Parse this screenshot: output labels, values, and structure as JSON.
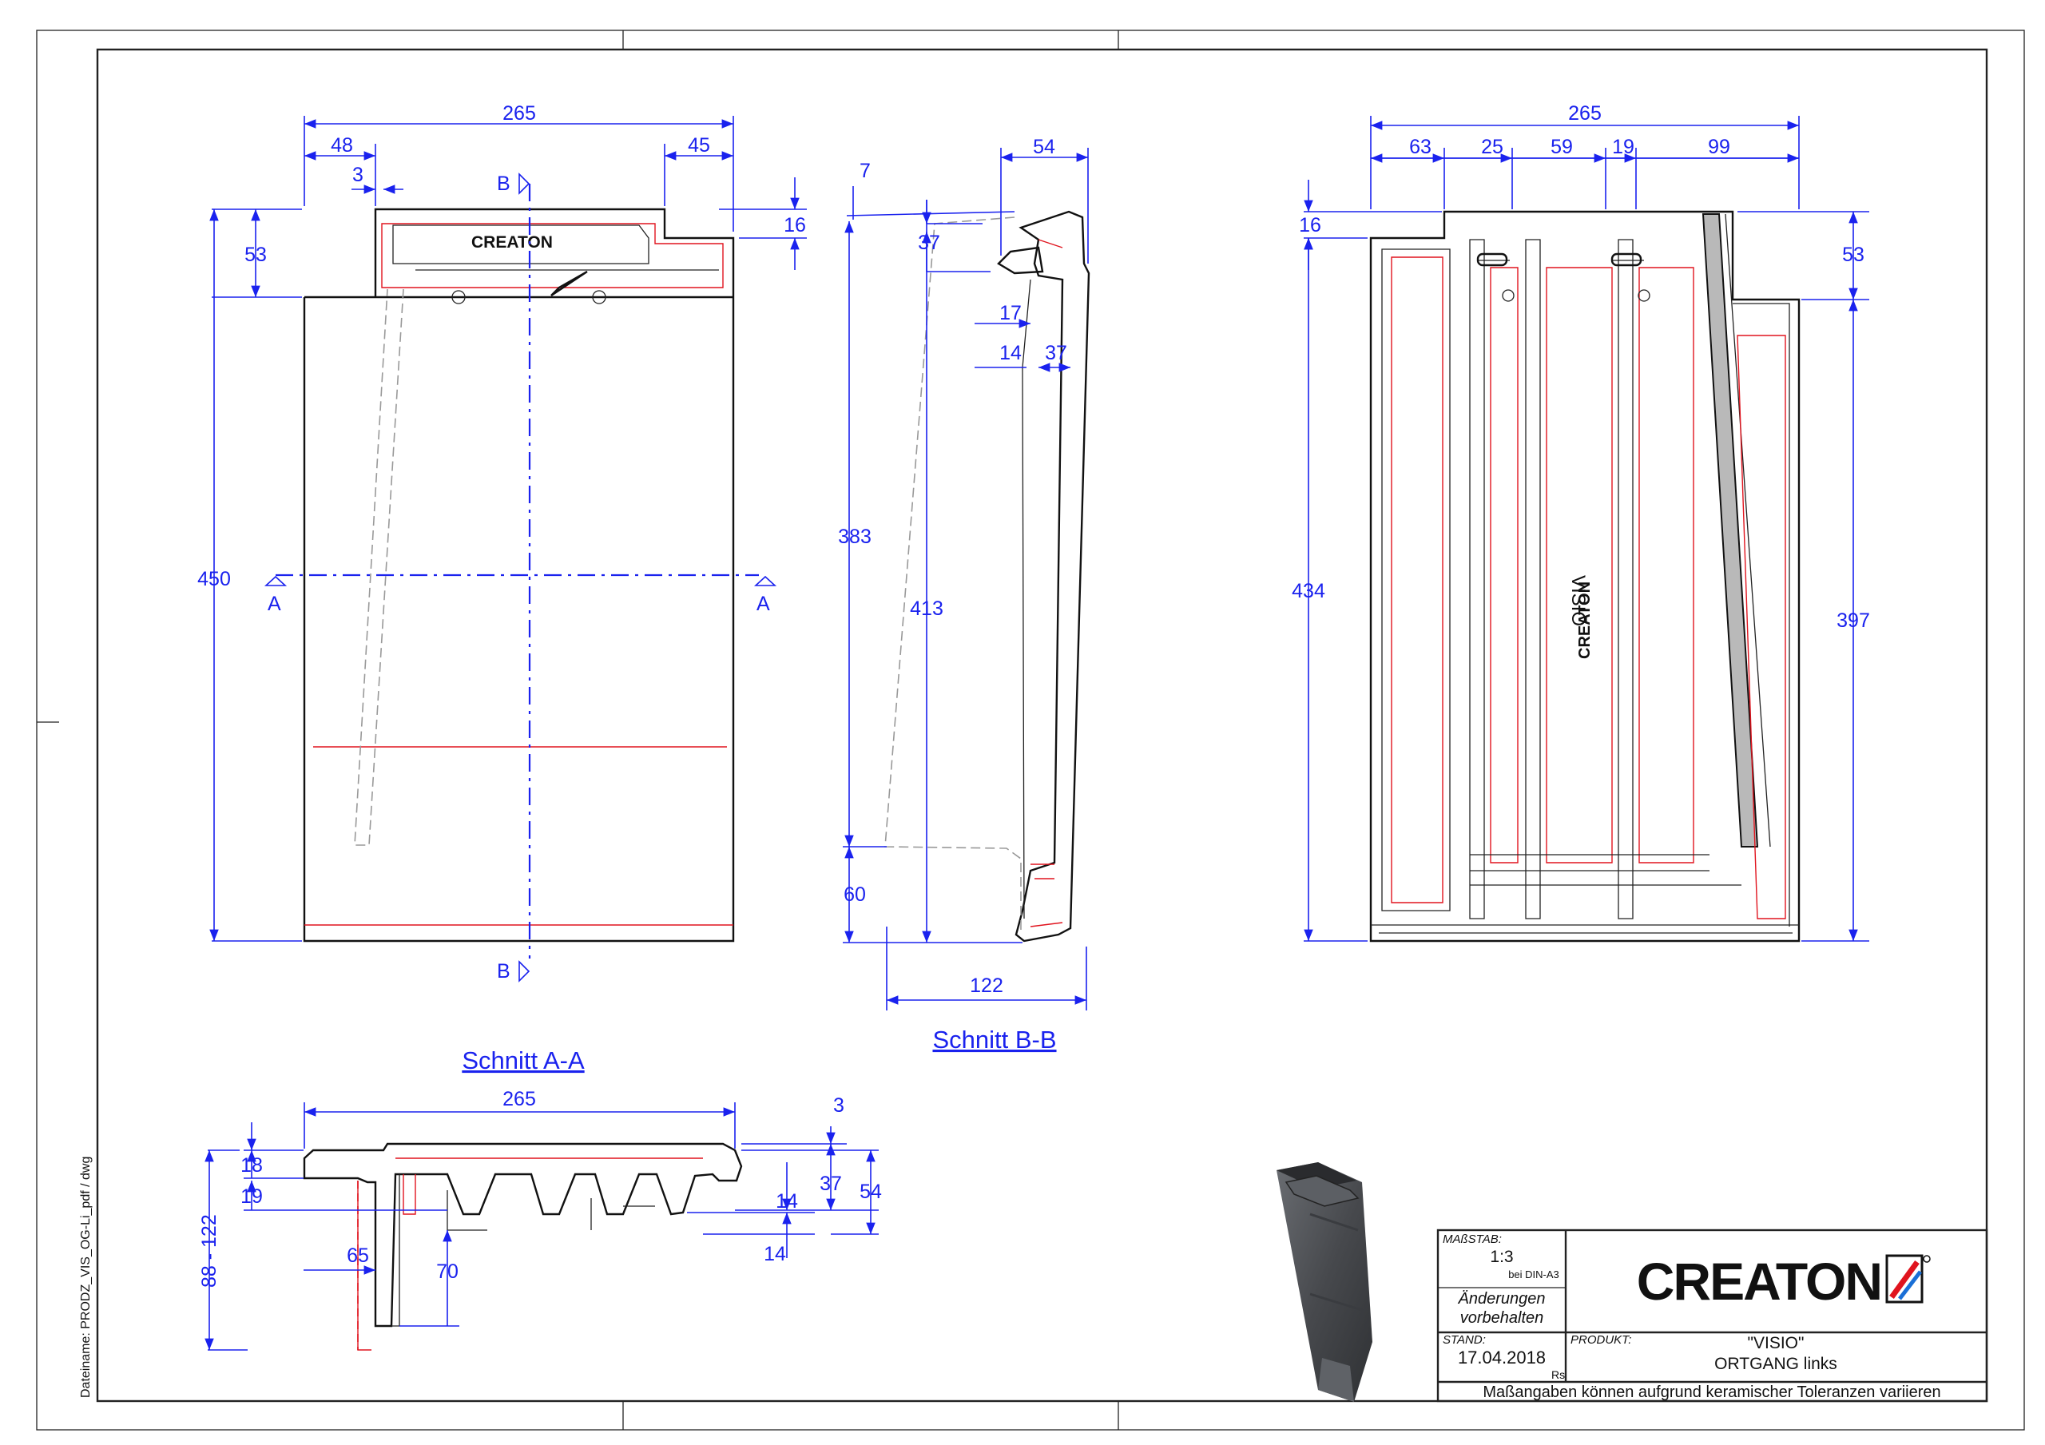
{
  "front_view": {
    "dims": {
      "total_width": "265",
      "left": "48",
      "right": "45",
      "gap": "3",
      "top_lug": "53",
      "top_step": "16",
      "height": "450"
    },
    "section_mark_b": "B",
    "section_mark_a": "A",
    "logo": "CREATON"
  },
  "section_bb": {
    "title": "Schnitt B-B",
    "dims": {
      "top_width": "54",
      "offset": "7",
      "d37a": "37",
      "d17": "17",
      "d14": "14",
      "d37b": "37",
      "d383": "383",
      "d413": "413",
      "d60": "60",
      "d122": "122"
    }
  },
  "back_view": {
    "dims": {
      "total_width": "265",
      "w63": "63",
      "w25": "25",
      "w59": "59",
      "w19": "19",
      "w99": "99",
      "d16": "16",
      "d53": "53",
      "d434": "434",
      "d397": "397"
    },
    "embossed_name": "VISIO",
    "embossed_logo": "CREATON"
  },
  "section_aa": {
    "title": "Schnitt A-A",
    "dims": {
      "total_width": "265",
      "d3": "3",
      "d18": "18",
      "d19": "19",
      "d37": "37",
      "d54": "54",
      "d14a": "14",
      "d14b": "14",
      "d65": "65",
      "d70": "70",
      "d88": "88 - 122"
    }
  },
  "title_block": {
    "scale_label": "MAßSTAB:",
    "scale_value": "1:3",
    "scale_note": "bei DIN-A3",
    "changes_line1": "Änderungen",
    "changes_line2": "vorbehalten",
    "date_label": "STAND:",
    "date_value": "17.04.2018",
    "initials": "Rs",
    "product_label": "PRODUKT:",
    "product_name": "\"VISIO\"",
    "product_variant": "ORTGANG links",
    "brand": "CREATON",
    "tolerance_note": "Maßangaben  können  aufgrund  keramischer  Toleranzen  variieren"
  },
  "side_filename": "Dateiname: PRODZ_VIS_OG-Li_pdf / dwg",
  "colors": {
    "dimension": "#1a22ee",
    "outline": "#111111",
    "hidden_edge": "#e0141e",
    "product_photo": "#4a4c50"
  }
}
